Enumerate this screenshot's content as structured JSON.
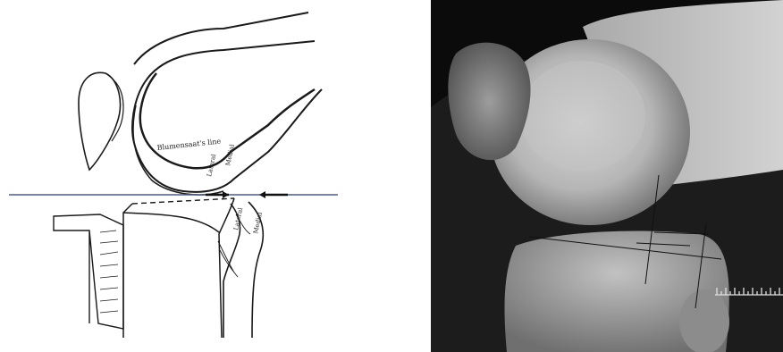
{
  "drawing": {
    "labels": {
      "blumensaat_line": "Blumensaat's line",
      "femur_lateral": "Lateral",
      "femur_medial": "Medial",
      "tibia_lateral": "Lateral",
      "tibia_medial": "Medial"
    },
    "colors": {
      "reference_line": "#4a5c9a",
      "ink": "#1a1a1a"
    }
  },
  "xray": {
    "colors": {
      "background": "#0b0b0b",
      "bone": "#c9c9c9"
    }
  }
}
